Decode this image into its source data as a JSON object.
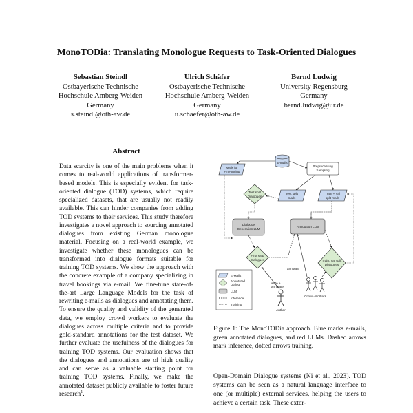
{
  "paper": {
    "title": "MonoTODia: Translating Monologue Requests to Task-Oriented Dialogues",
    "authors": [
      {
        "name": "Sebastian Steindl",
        "aff1": "Ostbayerische Technische",
        "aff2": "Hochschule Amberg-Weiden",
        "country": "Germany",
        "email": "s.steindl@oth-aw.de"
      },
      {
        "name": "Ulrich Schäfer",
        "aff1": "Ostbayerische Technische",
        "aff2": "Hochschule Amberg-Weiden",
        "country": "Germany",
        "email": "u.schaefer@oth-aw.de"
      },
      {
        "name": "Bernd Ludwig",
        "aff1": "University Regensburg",
        "aff2": "Germany",
        "country": "bernd.ludwig@ur.de",
        "email": ""
      }
    ],
    "abstract_heading": "Abstract",
    "abstract": "Data scarcity is one of the main problems when it comes to real-world applications of transformer-based models. This is especially evident for task-oriented dialogue (TOD) systems, which require specialized datasets, that are usually not readily available. This can hinder companies from adding TOD systems to their services. This study therefore investigates a novel approach to sourcing annotated dialogues from existing German monologue material. Focusing on a real-world example, we investigate whether these monologues can be transformed into dialogue formats suitable for training TOD systems. We show the approach with the concrete example of a company specializing in travel bookings via e-mail. We fine-tune state-of-the-art Large Language Models for the task of rewriting e-mails as dialogues and annotating them. To ensure the quality and validity of the generated data, we employ crowd workers to evaluate the dialogues across multiple criteria and to provide gold-standard annotations for the test dataset. We further evaluate the usefulness of the dialogues for training TOD systems. Our evaluation shows that the dialogues and annotations are of high quality and can serve as a valuable starting point for training TOD systems. Finally, we make the annotated dataset publicly available to foster future research",
    "abstract_footnote": "1",
    "figure_caption": "Figure 1: The MonoTODia approach. Blue marks e-mails, green annotated dialogues, and red LLMs. Dashed arrows mark inference, dotted arrows training.",
    "body_text": "Open-Domain Dialogue systems (Ni et al., 2023). TOD systems can be seen as a natural language interface to one (or multiple) external services, helping the users to achieve a certain task. These exter-"
  },
  "figure": {
    "nodes": {
      "emails": "E-mails",
      "preprocessing_1": "Preprocessing",
      "preprocessing_2": "Sampling",
      "mails_ft_1": "Mails for",
      "mails_ft_2": "Fine-tuning",
      "test_split_dialogues_1": "Test split",
      "test_split_dialogues_2": "Dialogues",
      "test_split_mails_1": "Test split",
      "test_split_mails_2": "mails",
      "train_val_mails_1": "Train + Val",
      "train_val_mails_2": "split mails",
      "dialogue_gen_1": "Dialogue",
      "dialogue_gen_2": "Generation LLM",
      "annotation_llm": "Annotation LLM",
      "first_step_1": "First step",
      "first_step_2": "Dialogues",
      "train_val_dialogues_1": "Train, Val split",
      "train_val_dialogues_2": "Dialogues",
      "author": "Author",
      "crowd_workers": "Crowd-Workers",
      "annotate": "annotate",
      "write_annotate_1": "write +",
      "write_annotate_2": "annotate"
    },
    "legend": {
      "emails": "E-Mails",
      "annotated_1": "Annotated",
      "annotated_2": "Dialog",
      "llm": "LLM",
      "inference": "Inference",
      "training": "Training"
    },
    "colors": {
      "email": "#c8d8f0",
      "dialog": "#d9ecd0",
      "llm": "#cccccc"
    }
  }
}
